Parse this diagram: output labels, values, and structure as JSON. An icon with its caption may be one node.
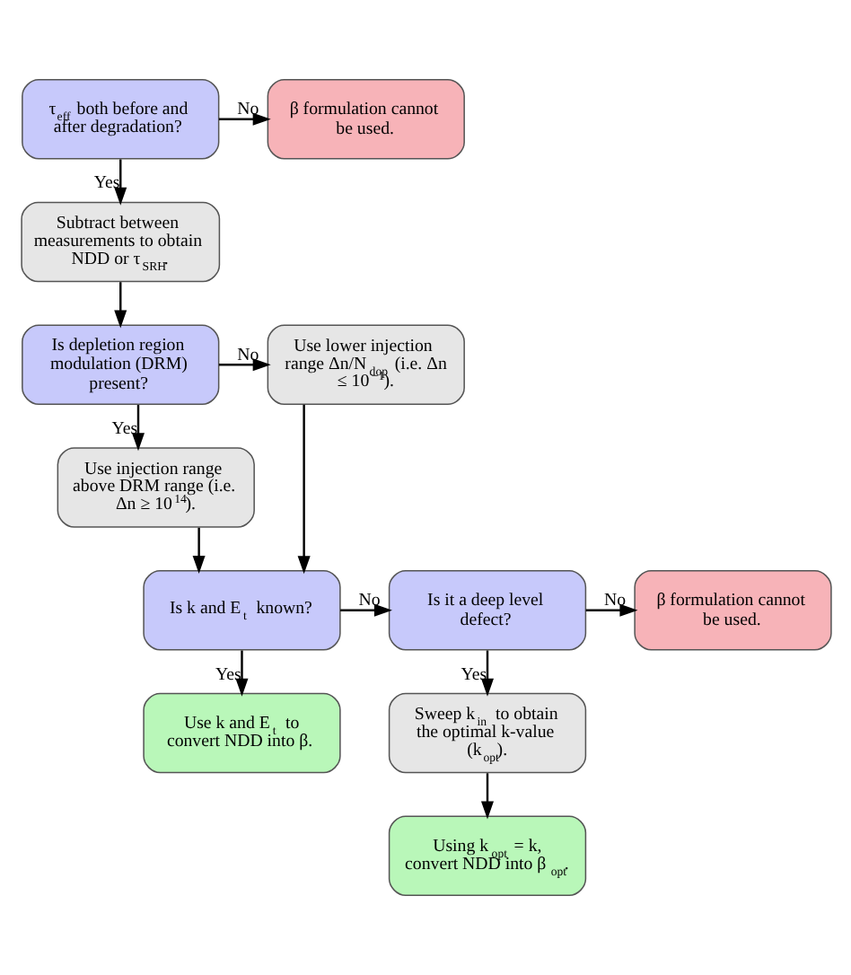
{
  "diagram": {
    "nodes": [
      {
        "text": [
          "τ$_{eff}$ both before and after degradation?"
        ]
      },
      {
        "text": [
          "β formulation cannot be used."
        ]
      },
      {
        "text": [
          "Subtract between measurements to obtain NDD or τ$_{SRH}$."
        ]
      },
      {
        "text": [
          "Is depletion region modulation (DRM) present?"
        ]
      },
      {
        "text": [
          "Use lower injection range Δn/N$_{dop}$ (i.e. Δn ≤ 10$^{−1}$)."
        ]
      },
      {
        "text": [
          "Use injection range above DRM range (i.e. Δn ≥ 10$^{14}$)."
        ]
      },
      {
        "text": [
          "Is k and E$_{t}$ known?"
        ]
      },
      {
        "text": [
          "Is it a deep level defect?"
        ]
      },
      {
        "text": [
          "β formulation cannot be used."
        ]
      },
      {
        "text": [
          "Use k and E$_{t}$ to convert NDD into β."
        ]
      },
      {
        "text": [
          "Sweep k$_{in}$ to obtain the optimal k-value (k$_{opt}$)."
        ]
      },
      {
        "text": [
          "Using k$_{opt}$ = k, convert NDD into β$_{opt}$."
        ]
      }
    ],
    "edges": [
      {
        "from": 0,
        "to": 1,
        "arrow": "to",
        "label": "No"
      },
      {
        "from": 0,
        "to": 2,
        "arrow": "to",
        "label": "Yes"
      },
      {
        "from": 2,
        "to": 3,
        "arrow": "to"
      },
      {
        "from": 3,
        "to": 4,
        "arrow": "to",
        "label": "No"
      },
      {
        "from": 3,
        "to": 5,
        "arrow": "to",
        "label": "Yes"
      },
      {
        "from": 5,
        "to": 6,
        "arrow": "to"
      },
      {
        "from": 4,
        "to": 6,
        "arrow": "to"
      },
      {
        "from": 6,
        "to": 7,
        "arrow": "to",
        "label": "No"
      },
      {
        "from": 6,
        "to": 9,
        "arrow": "to",
        "label": "Yes"
      },
      {
        "from": 7,
        "to": 8,
        "arrow": "to",
        "label": "No"
      },
      {
        "from": 7,
        "to": 10,
        "arrow": "to",
        "label": "Yes"
      },
      {
        "from": 10,
        "to": 11,
        "arrow": "to"
      }
    ]
  }
}
